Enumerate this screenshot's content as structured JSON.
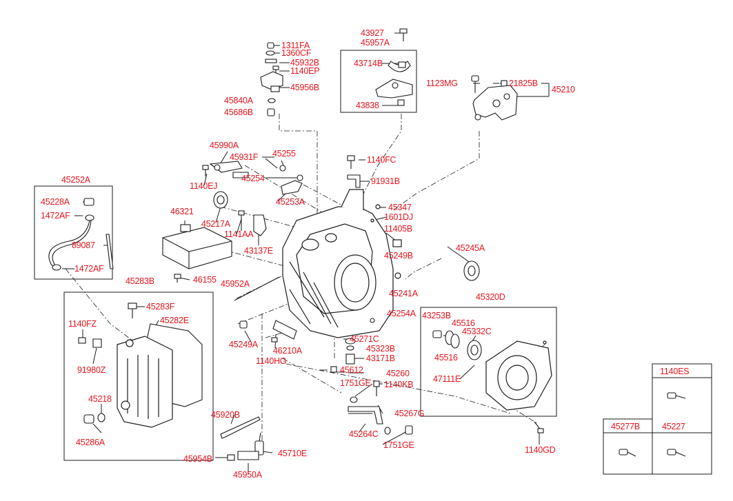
{
  "parts": {
    "p43927": "43927",
    "p45957A": "45957A",
    "p43714B": "43714B",
    "p43838": "43838",
    "p1311FA": "1311FA",
    "p1360CF": "1360CF",
    "p45932B": "45932B",
    "p1140EP": "1140EP",
    "p45956B": "45956B",
    "p45840A": "45840A",
    "p45686B": "45686B",
    "p1123MG": "1123MG",
    "p21825B": "21825B",
    "p45210": "45210",
    "p45990A": "45990A",
    "p45931F": "45931F",
    "p45255": "45255",
    "p1140EJ": "1140EJ",
    "p45254": "45254",
    "p45253A": "45253A",
    "p1140FC": "1140FC",
    "p91931B": "91931B",
    "p45252A": "45252A",
    "p45228A": "45228A",
    "p1472AF_a": "1472AF",
    "p89087": "89087",
    "p1472AF_b": "1472AF",
    "p46321": "46321",
    "p45217A": "45217A",
    "p1141AA": "1141AA",
    "p43137E": "43137E",
    "p45347": "45347",
    "p1601DJ": "1601DJ",
    "p11405B": "11405B",
    "p45249B": "45249B",
    "p45245A": "45245A",
    "p46155": "46155",
    "p45952A": "45952A",
    "p45241A": "45241A",
    "p45283B": "45283B",
    "p45283F": "45283F",
    "p45282E": "45282E",
    "p1140FZ": "1140FZ",
    "p91980Z": "91980Z",
    "p45218": "45218",
    "p45286A": "45286A",
    "p45320D": "45320D",
    "p43253B": "43253B",
    "p45516_a": "45516",
    "p45332C": "45332C",
    "p45516_b": "45516",
    "p47111E": "47111E",
    "p45254A": "45254A",
    "p45249A": "45249A",
    "p46210A": "46210A",
    "p45271C": "45271C",
    "p45323B": "45323B",
    "p43171B": "43171B",
    "p1140HG": "1140HG",
    "p45612": "45612",
    "p45260": "45260",
    "p1751GE_a": "1751GE",
    "p1140KB": "1140KB",
    "p45267G": "45267G",
    "p45264C": "45264C",
    "p1751GE_b": "1751GE",
    "p1140GD": "1140GD",
    "p45920B": "45920B",
    "p45954B": "45954B",
    "p45710E": "45710E",
    "p45950A": "45950A"
  },
  "legend": {
    "c1140ES": "1140ES",
    "c45277B": "45277B",
    "c45227": "45227"
  },
  "colors": {
    "label": "#e8141c",
    "line": "#1a1a1a",
    "background": "#ffffff"
  }
}
